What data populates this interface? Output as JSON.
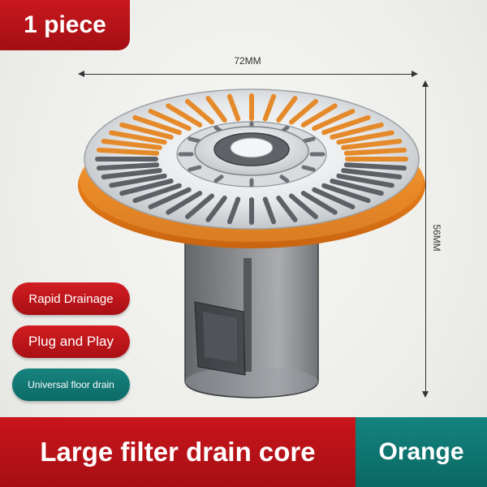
{
  "quantity_badge": "1 piece",
  "dimensions": {
    "width_label": "72MM",
    "height_label": "56MM"
  },
  "features": [
    {
      "label": "Rapid Drainage",
      "color": "#c8161c"
    },
    {
      "label": "Plug and Play",
      "color": "#c8161c"
    },
    {
      "label": "Universal floor drain",
      "color": "#0f7a75"
    }
  ],
  "banner": {
    "title": "Large filter drain core",
    "color_name": "Orange"
  },
  "colors": {
    "brand_red": "#c8161c",
    "brand_teal": "#0f7a75",
    "ring_orange": "#e8801f",
    "metal": "#d6d9dc"
  }
}
